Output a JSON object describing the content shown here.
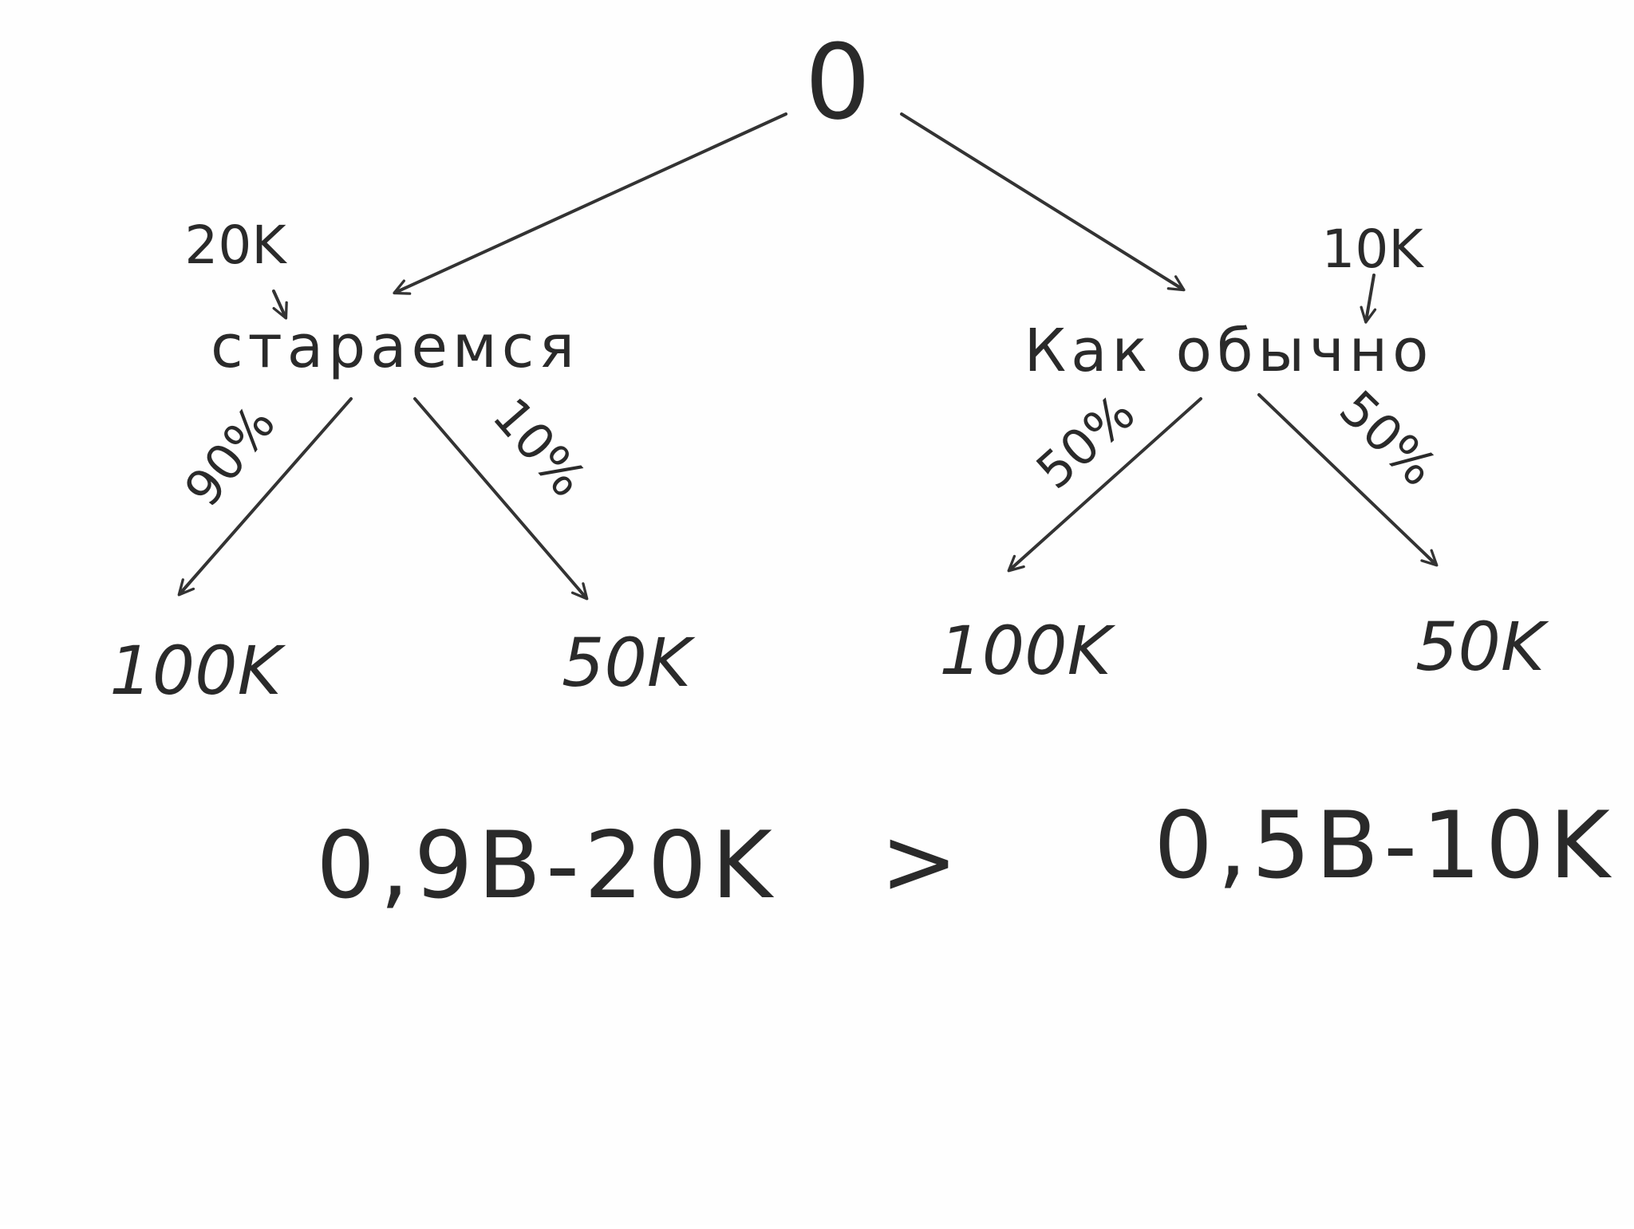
{
  "diagram": {
    "root": {
      "label": "0"
    },
    "branches": [
      {
        "id": "left",
        "label": "стараемся",
        "cost": "20K",
        "outcomes": [
          {
            "probability": "90%",
            "value": "100K"
          },
          {
            "probability": "10%",
            "value": "50K"
          }
        ]
      },
      {
        "id": "right",
        "label": "Как обычно",
        "cost": "10K",
        "outcomes": [
          {
            "probability": "50%",
            "value": "100K"
          },
          {
            "probability": "50%",
            "value": "50K"
          }
        ]
      }
    ],
    "comparison": {
      "left": "0,9B-20K",
      "operator": ">",
      "right": "0,5B-10K"
    },
    "ink_color": "#333333"
  }
}
